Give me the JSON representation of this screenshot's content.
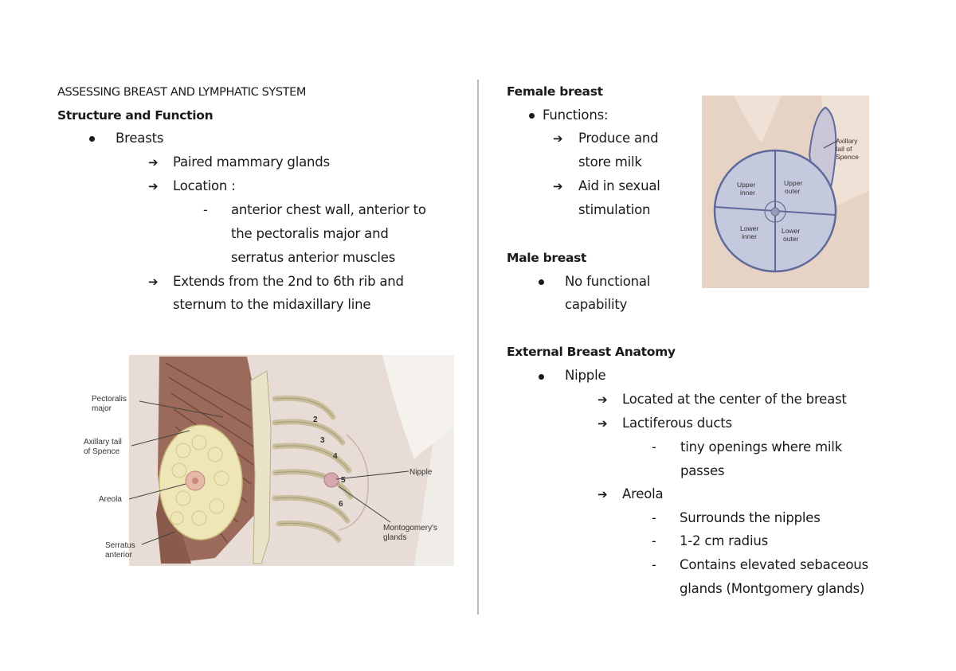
{
  "doc_title": "ASSESSING BREAST AND LYMPHATIC SYSTEM",
  "left": {
    "heading": "Structure and Function",
    "bullet": "Breasts",
    "items": [
      "Paired mammary glands",
      "Location :",
      "anterior chest wall, anterior to",
      "the pectoralis major and",
      "serratus anterior muscles",
      "Extends from the 2nd to 6th rib and",
      "sternum to the midaxillary line"
    ],
    "figure": {
      "labels": [
        "Pectoralis",
        "major",
        "Axillary tail",
        "of Spence",
        "Areola",
        "Serratus",
        "anterior",
        "Nipple",
        "Montogomery's",
        "glands"
      ],
      "ribs": [
        "2",
        "3",
        "4",
        "5",
        "6"
      ]
    }
  },
  "right": {
    "female_heading": "Female breast",
    "female_bullet": "Functions:",
    "female_items": [
      "Produce and",
      "store milk",
      "Aid in sexual",
      "stimulation"
    ],
    "quadrant_figure": {
      "labels": [
        "Axillary",
        "tail of",
        "Spence",
        "Upper",
        "inner",
        "Upper",
        "outer",
        "Lower",
        "inner",
        "Lower",
        "outer"
      ]
    },
    "male_heading": "Male breast",
    "male_items": [
      "No functional",
      "capability"
    ],
    "external_heading": "External Breast Anatomy",
    "external_bullet": "Nipple",
    "nipple_items": [
      "Located at the center of the breast",
      "Lactiferous ducts"
    ],
    "duct_sub": [
      "tiny openings where milk",
      "passes"
    ],
    "areola_label": "Areola",
    "areola_sub": [
      "Surrounds the nipples",
      "1-2 cm radius",
      "Contains elevated sebaceous",
      "glands (Montgomery glands)"
    ]
  }
}
